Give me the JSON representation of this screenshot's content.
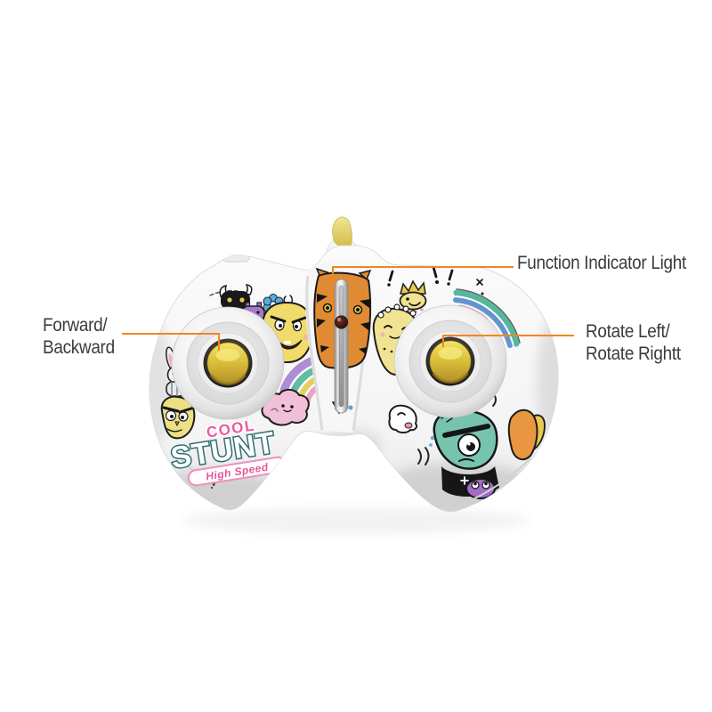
{
  "page": {
    "background": "#ffffff"
  },
  "annotations": {
    "accent_color": "#F1871D",
    "text_color": "#3b3b3b",
    "function_light": {
      "label": "Function Indicator Light"
    },
    "left_stick": {
      "line1": "Forward/",
      "line2": "Backward"
    },
    "right_stick": {
      "line1": "Rotate Left/",
      "line2": "Rotate Rightt"
    }
  },
  "device": {
    "body_color": "#f5f5f5",
    "knob_color": "#DCC13B",
    "antenna_color": "#E5D86E",
    "indicator_light_color": "#461A12",
    "logo": {
      "word1": "COOL",
      "word2": "STUNT",
      "word3": "High Speed",
      "word1_color": "#EA5A9E",
      "word2_color": "#FFFFFF",
      "word3_color": "#E8559C"
    }
  }
}
